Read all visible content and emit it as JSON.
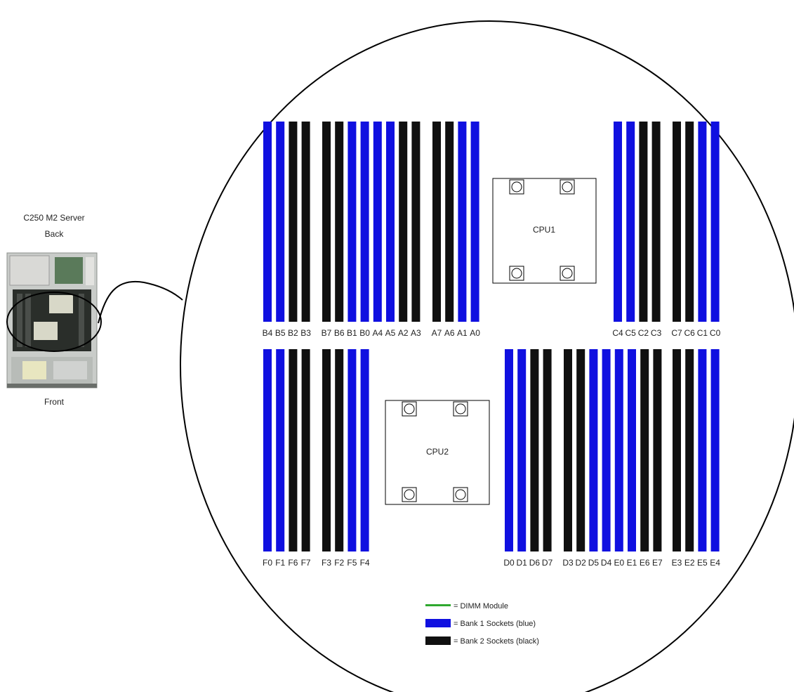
{
  "server": {
    "title": "C250 M2 Server",
    "back_label": "Back",
    "front_label": "Front"
  },
  "cpu1_label": "CPU1",
  "cpu2_label": "CPU2",
  "colors": {
    "bank1": "#1010e0",
    "bank2": "#101010",
    "dimm": "#2fa82f"
  },
  "slot_groups": [
    {
      "slots": [
        {
          "label": "B4",
          "bank": 1
        },
        {
          "label": "B5",
          "bank": 1
        },
        {
          "label": "B2",
          "bank": 2
        },
        {
          "label": "B3",
          "bank": 2
        }
      ]
    },
    {
      "slots": [
        {
          "label": "B7",
          "bank": 2
        },
        {
          "label": "B6",
          "bank": 2
        },
        {
          "label": "B1",
          "bank": 1
        },
        {
          "label": "B0",
          "bank": 1
        },
        {
          "label": "A4",
          "bank": 1
        },
        {
          "label": "A5",
          "bank": 1
        },
        {
          "label": "A2",
          "bank": 2
        },
        {
          "label": "A3",
          "bank": 2
        }
      ]
    },
    {
      "slots": [
        {
          "label": "A7",
          "bank": 2
        },
        {
          "label": "A6",
          "bank": 2
        },
        {
          "label": "A1",
          "bank": 1
        },
        {
          "label": "A0",
          "bank": 1
        }
      ]
    },
    {
      "slots": [
        {
          "label": "C4",
          "bank": 1
        },
        {
          "label": "C5",
          "bank": 1
        },
        {
          "label": "C2",
          "bank": 2
        },
        {
          "label": "C3",
          "bank": 2
        }
      ]
    },
    {
      "slots": [
        {
          "label": "C7",
          "bank": 2
        },
        {
          "label": "C6",
          "bank": 2
        },
        {
          "label": "C1",
          "bank": 1
        },
        {
          "label": "C0",
          "bank": 1
        }
      ]
    },
    {
      "slots": [
        {
          "label": "F0",
          "bank": 1
        },
        {
          "label": "F1",
          "bank": 1
        },
        {
          "label": "F6",
          "bank": 2
        },
        {
          "label": "F7",
          "bank": 2
        }
      ]
    },
    {
      "slots": [
        {
          "label": "F3",
          "bank": 2
        },
        {
          "label": "F2",
          "bank": 2
        },
        {
          "label": "F5",
          "bank": 1
        },
        {
          "label": "F4",
          "bank": 1
        }
      ]
    },
    {
      "slots": [
        {
          "label": "D0",
          "bank": 1
        },
        {
          "label": "D1",
          "bank": 1
        },
        {
          "label": "D6",
          "bank": 2
        },
        {
          "label": "D7",
          "bank": 2
        }
      ]
    },
    {
      "slots": [
        {
          "label": "D3",
          "bank": 2
        },
        {
          "label": "D2",
          "bank": 2
        },
        {
          "label": "D5",
          "bank": 1
        },
        {
          "label": "D4",
          "bank": 1
        },
        {
          "label": "E0",
          "bank": 1
        },
        {
          "label": "E1",
          "bank": 1
        },
        {
          "label": "E6",
          "bank": 2
        },
        {
          "label": "E7",
          "bank": 2
        }
      ]
    },
    {
      "slots": [
        {
          "label": "E3",
          "bank": 2
        },
        {
          "label": "E2",
          "bank": 2
        },
        {
          "label": "E5",
          "bank": 1
        },
        {
          "label": "E4",
          "bank": 1
        }
      ]
    }
  ],
  "legend": [
    {
      "label": "= DIMM Module",
      "swatch": "dimm"
    },
    {
      "label": "= Bank 1 Sockets (blue)",
      "swatch": "bank1"
    },
    {
      "label": "= Bank 2 Sockets (black)",
      "swatch": "bank2"
    }
  ]
}
